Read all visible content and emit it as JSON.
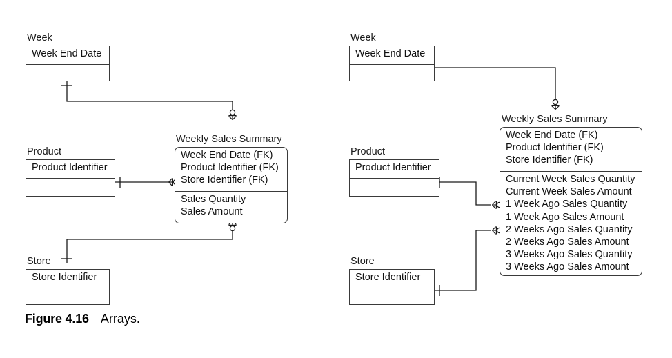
{
  "figure": {
    "label": "Figure 4.16",
    "title": "Arrays."
  },
  "diagrams": [
    {
      "id": "left-diagram",
      "name": "normalized-model",
      "entities": [
        {
          "id": "left-week",
          "title": "Week",
          "key_attributes": [
            "Week End Date"
          ],
          "data_attributes": []
        },
        {
          "id": "left-product",
          "title": "Product",
          "key_attributes": [
            "Product Identifier"
          ],
          "data_attributes": []
        },
        {
          "id": "left-store",
          "title": "Store",
          "key_attributes": [
            "Store Identifier"
          ],
          "data_attributes": []
        },
        {
          "id": "left-weekly-sales-summary",
          "title": "Weekly Sales Summary",
          "key_attributes": [
            "Week End Date (FK)",
            "Product Identifier (FK)",
            "Store Identifier (FK)"
          ],
          "data_attributes": [
            "Sales Quantity",
            "Sales Amount"
          ]
        }
      ],
      "relationships": [
        {
          "from": "left-week",
          "to": "left-weekly-sales-summary",
          "from_cardinality": "one",
          "to_cardinality": "zero-or-many"
        },
        {
          "from": "left-product",
          "to": "left-weekly-sales-summary",
          "from_cardinality": "one",
          "to_cardinality": "zero-or-many"
        },
        {
          "from": "left-store",
          "to": "left-weekly-sales-summary",
          "from_cardinality": "one",
          "to_cardinality": "zero-or-many"
        }
      ]
    },
    {
      "id": "right-diagram",
      "name": "array-model",
      "entities": [
        {
          "id": "right-week",
          "title": "Week",
          "key_attributes": [
            "Week End Date"
          ],
          "data_attributes": []
        },
        {
          "id": "right-product",
          "title": "Product",
          "key_attributes": [
            "Product Identifier"
          ],
          "data_attributes": []
        },
        {
          "id": "right-store",
          "title": "Store",
          "key_attributes": [
            "Store Identifier"
          ],
          "data_attributes": []
        },
        {
          "id": "right-weekly-sales-summary",
          "title": "Weekly Sales Summary",
          "key_attributes": [
            "Week End Date (FK)",
            "Product Identifier (FK)",
            "Store Identifier (FK)"
          ],
          "data_attributes": [
            "Current Week Sales Quantity",
            "Current Week Sales Amount",
            "1 Week Ago Sales Quantity",
            "1 Week Ago Sales Amount",
            "2 Weeks Ago Sales Quantity",
            "2 Weeks Ago Sales Amount",
            "3 Weeks Ago Sales Quantity",
            "3 Weeks Ago Sales Amount"
          ]
        }
      ],
      "relationships": [
        {
          "from": "right-week",
          "to": "right-weekly-sales-summary",
          "from_cardinality": "one",
          "to_cardinality": "zero-or-many"
        },
        {
          "from": "right-product",
          "to": "right-weekly-sales-summary",
          "from_cardinality": "one",
          "to_cardinality": "zero-or-many"
        },
        {
          "from": "right-store",
          "to": "right-weekly-sales-summary",
          "from_cardinality": "one",
          "to_cardinality": "zero-or-many"
        }
      ]
    }
  ],
  "colors": {
    "background": "#ffffff",
    "line": "#1a1a1a",
    "box_border": "#3a3a3a",
    "text": "#111111"
  }
}
